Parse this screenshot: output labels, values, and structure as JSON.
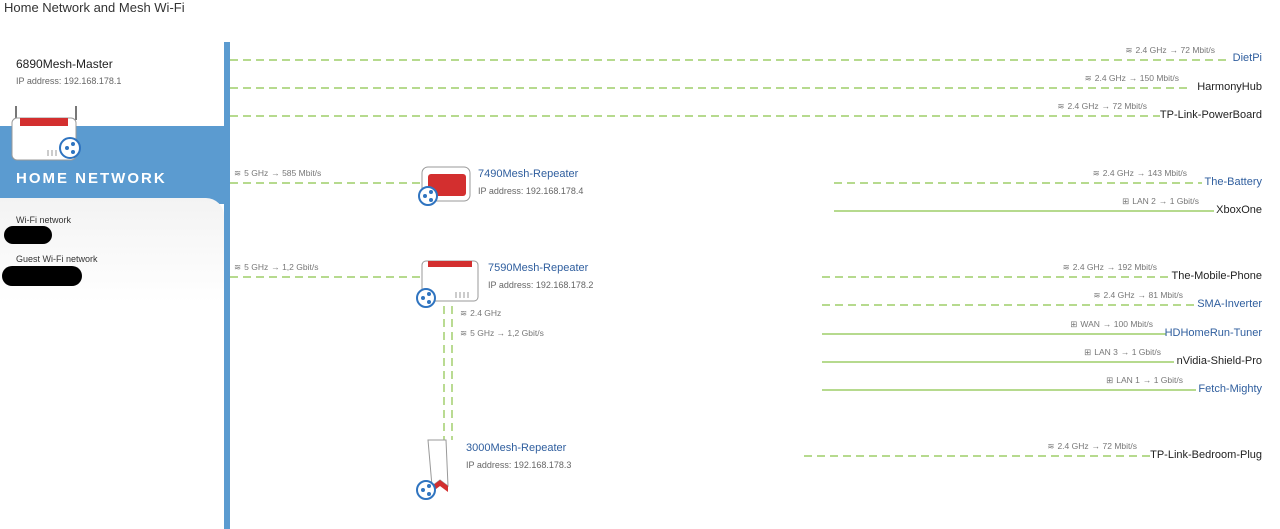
{
  "page": {
    "title": "Home Network and Mesh Wi-Fi"
  },
  "colors": {
    "accent_blue": "#5b9bd0",
    "link_green": "#8bc34a",
    "device_red": "#d32f2f"
  },
  "master": {
    "name": "6890Mesh-Master",
    "ip": "IP address: 192.168.178.1"
  },
  "sidebar": {
    "home_network_label": "HOME NETWORK",
    "wifi_network_label": "Wi-Fi network",
    "guest_wifi_label": "Guest Wi-Fi network"
  },
  "repeaters": [
    {
      "name": "7490Mesh-Repeater",
      "ip": "IP address: 192.168.178.4",
      "uplink_band": "5 GHz",
      "uplink_speed": "→ 585 Mbit/s"
    },
    {
      "name": "7590Mesh-Repeater",
      "ip": "IP address: 192.168.178.2",
      "uplink_band": "5 GHz",
      "uplink_speed": "→ 1,2 Gbit/s",
      "downlink_1": "2.4 GHz",
      "downlink_2": "5 GHz → 1,2 Gbit/s"
    },
    {
      "name": "3000Mesh-Repeater",
      "ip": "IP address: 192.168.178.3"
    }
  ],
  "clients": [
    {
      "name": "DietPi",
      "conn": "2.4 GHz",
      "speed": "→ 72 Mbit/s",
      "icon": "wifi-icon"
    },
    {
      "name": "HarmonyHub",
      "conn": "2.4 GHz",
      "speed": "→ 150 Mbit/s",
      "icon": "wifi-icon"
    },
    {
      "name": "TP-Link-PowerBoard",
      "conn": "2.4 GHz",
      "speed": "→ 72 Mbit/s",
      "icon": "wifi-icon"
    },
    {
      "name": "The-Battery",
      "conn": "2.4 GHz",
      "speed": "→ 143 Mbit/s",
      "icon": "wifi-icon"
    },
    {
      "name": "XboxOne",
      "conn": "LAN 2",
      "speed": "→ 1 Gbit/s",
      "icon": "lan-icon"
    },
    {
      "name": "The-Mobile-Phone",
      "conn": "2.4 GHz",
      "speed": "→ 192 Mbit/s",
      "icon": "wifi-icon"
    },
    {
      "name": "SMA-Inverter",
      "conn": "2.4 GHz",
      "speed": "→ 81 Mbit/s",
      "icon": "wifi-icon"
    },
    {
      "name": "HDHomeRun-Tuner",
      "conn": "WAN",
      "speed": "→ 100 Mbit/s",
      "icon": "lan-icon"
    },
    {
      "name": "nVidia-Shield-Pro",
      "conn": "LAN 3",
      "speed": "→ 1 Gbit/s",
      "icon": "lan-icon"
    },
    {
      "name": "Fetch-Mighty",
      "conn": "LAN 1",
      "speed": "→ 1 Gbit/s",
      "icon": "lan-icon"
    },
    {
      "name": "TP-Link-Bedroom-Plug",
      "conn": "2.4 GHz",
      "speed": "→ 72 Mbit/s",
      "icon": "wifi-icon"
    }
  ]
}
